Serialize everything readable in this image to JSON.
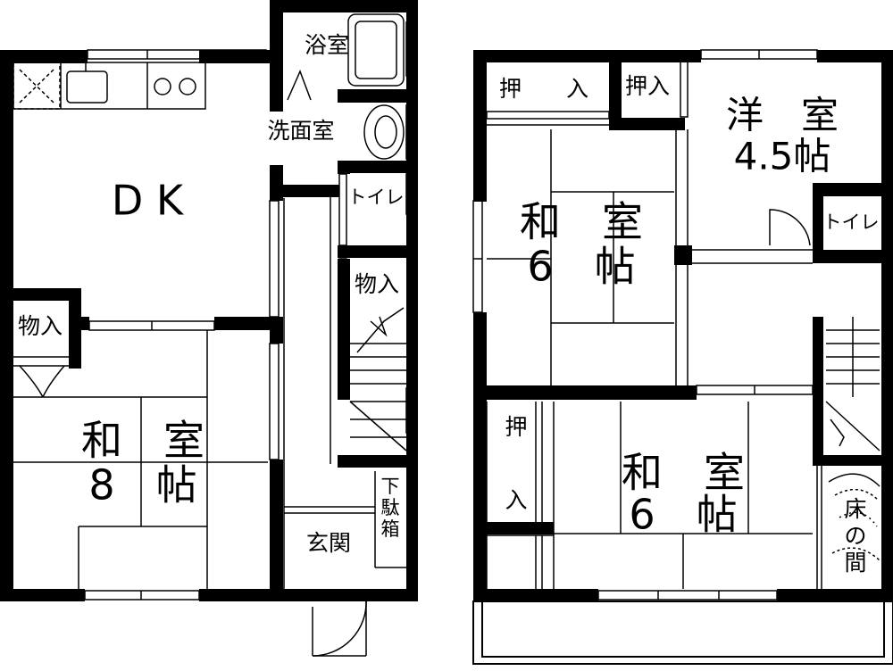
{
  "floor1": {
    "bath": "浴室",
    "washroom": "洗面室",
    "dk": "D  K",
    "toilet": "トイレ",
    "storage_right": "物入",
    "storage_left": "物入",
    "room8_line1": "和　室",
    "room8_line2": "8　帖",
    "shoe_box": [
      "下",
      "駄",
      "箱"
    ],
    "entrance": "玄関"
  },
  "floor2": {
    "closet_top": "押　　入",
    "closet_small": "押入",
    "western_line1": "洋　室",
    "western_line2": "4.5帖",
    "toilet": "トイレ",
    "room6a_line1": "和　室",
    "room6a_line2": "6　帖",
    "closet_left_1": "押",
    "closet_left_2": "入",
    "room6b_line1": "和　室",
    "room6b_line2": "6　帖",
    "tokonoma": [
      "床",
      "の",
      "間"
    ]
  }
}
